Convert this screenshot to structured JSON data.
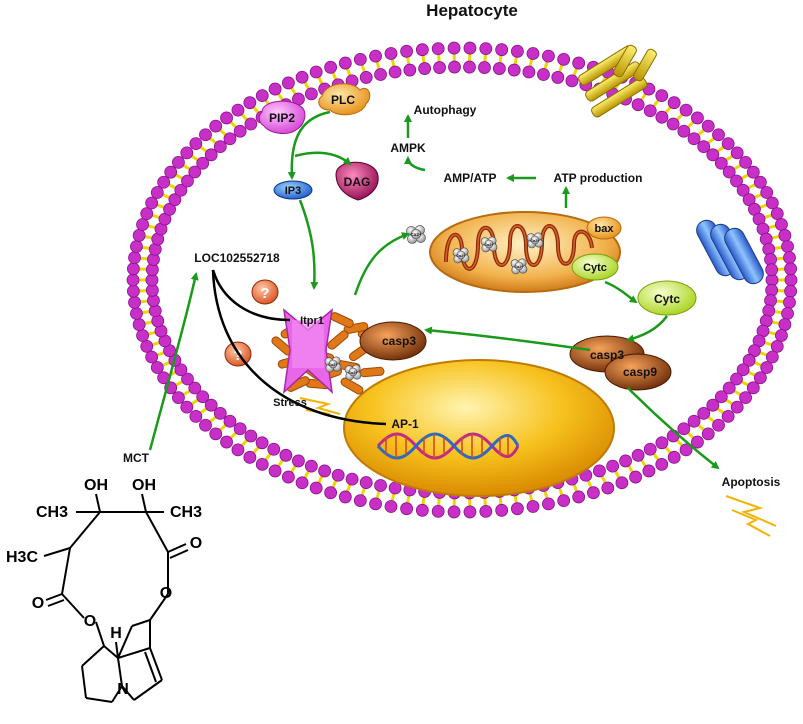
{
  "title": "Hepatocyte",
  "labels": {
    "plc": "PLC",
    "pip2": "PIP2",
    "ip3": "IP3",
    "dag": "DAG",
    "autophagy": "Autophagy",
    "ampk": "AMPK",
    "amp_atp": "AMP/ATP",
    "atp_production": "ATP production",
    "bax": "bax",
    "cytc_mito": "Cytc",
    "cytc_free": "Cytc",
    "casp3_complex": "casp3",
    "casp9": "casp9",
    "casp3_er": "casp3",
    "itpr1": "Itpr1",
    "loc": "LOC102552718",
    "stress": "Stress",
    "ap1": "AP-1",
    "apoptosis": "Apoptosis",
    "mct": "MCT",
    "question": "?",
    "ca": "Ca2+"
  },
  "molecule": {
    "oh_left": "OH",
    "oh_right": "OH",
    "ch3_left": "CH3",
    "ch3_right": "CH3",
    "h3c": "H3C",
    "o_carbonyl_left": "O",
    "o_carbonyl_right": "O",
    "o_ester_left": "O",
    "o_ester_right": "O",
    "h": "H",
    "n": "N"
  },
  "colors": {
    "lipid_head": "#c72fc7",
    "lipid_tail": "#e8d800",
    "arrow": "#1a9a1a",
    "mito_outer": "#f0a43c",
    "nucleus": "#f5b820",
    "er": "#e07818",
    "itpr1": "#e860e8",
    "receptor_gold": "#d8b800",
    "channel_blue": "#3a6fd8"
  }
}
